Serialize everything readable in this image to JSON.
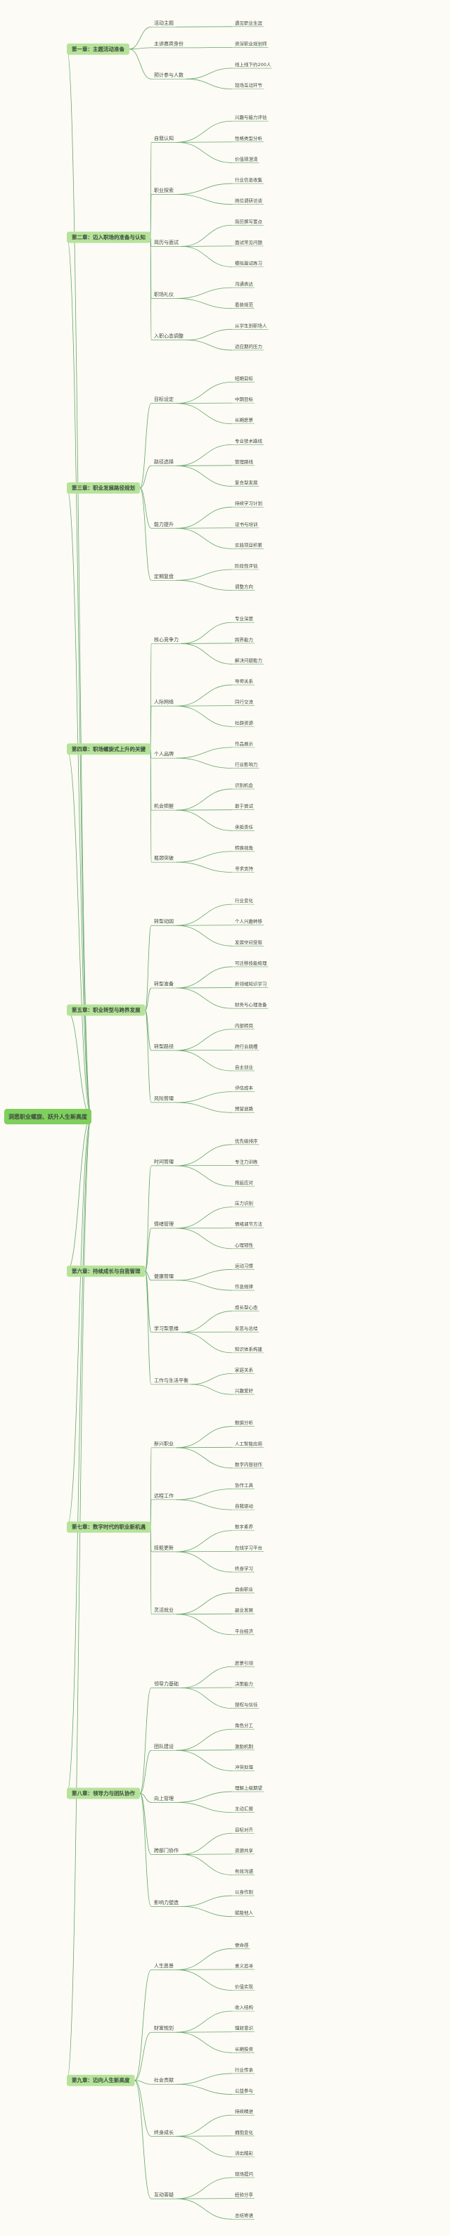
{
  "colors": {
    "root_fill": "#7fcf5e",
    "chapter_fill": "#b5e39a",
    "line": "#63a86a",
    "text": "#3d4a3d",
    "background": "#fdfbf5"
  },
  "root": "洞悉职业螺旋、跃升人生新高度",
  "chapters": [
    {
      "title": "第一章：主题活动准备",
      "items": [
        {
          "t": "活动主题",
          "c": [
            {
              "t": "遇见职业生涯"
            }
          ]
        },
        {
          "t": "主讲嘉宾身份",
          "c": [
            {
              "t": "资深职业规划师"
            }
          ]
        },
        {
          "t": "预计参与人数",
          "c": [
            {
              "t": "线上线下约200人"
            },
            {
              "t": "现场互动环节"
            }
          ]
        }
      ]
    },
    {
      "title": "第二章：迈入职场的准备与认知",
      "items": [
        {
          "t": "自我认知",
          "c": [
            {
              "t": "兴趣与能力评估"
            },
            {
              "t": "性格类型分析"
            },
            {
              "t": "价值观澄清"
            }
          ]
        },
        {
          "t": "职业探索",
          "c": [
            {
              "t": "行业信息收集"
            },
            {
              "t": "岗位调研访谈"
            }
          ]
        },
        {
          "t": "简历与面试",
          "c": [
            {
              "t": "简历撰写要点"
            },
            {
              "t": "面试常见问题"
            },
            {
              "t": "模拟面试练习"
            }
          ]
        },
        {
          "t": "职场礼仪",
          "c": [
            {
              "t": "沟通表达"
            },
            {
              "t": "着装规范"
            }
          ]
        },
        {
          "t": "入职心态调整",
          "c": [
            {
              "t": "从学生到职场人"
            },
            {
              "t": "适应期的压力"
            }
          ]
        }
      ]
    },
    {
      "title": "第三章：职业发展路径规划",
      "items": [
        {
          "t": "目标设定",
          "c": [
            {
              "t": "短期目标"
            },
            {
              "t": "中期目标"
            },
            {
              "t": "长期愿景"
            }
          ]
        },
        {
          "t": "路径选择",
          "c": [
            {
              "t": "专业技术路线"
            },
            {
              "t": "管理路线"
            },
            {
              "t": "复合型发展"
            }
          ]
        },
        {
          "t": "能力提升",
          "c": [
            {
              "t": "持续学习计划"
            },
            {
              "t": "证书与培训"
            },
            {
              "t": "实践项目积累"
            }
          ]
        },
        {
          "t": "定期复盘",
          "c": [
            {
              "t": "阶段性评估"
            },
            {
              "t": "调整方向"
            }
          ]
        }
      ]
    },
    {
      "title": "第四章：职场螺旋式上升的关键",
      "items": [
        {
          "t": "核心竞争力",
          "c": [
            {
              "t": "专业深度"
            },
            {
              "t": "跨界能力"
            },
            {
              "t": "解决问题能力"
            }
          ]
        },
        {
          "t": "人际网络",
          "c": [
            {
              "t": "导师关系"
            },
            {
              "t": "同行交流"
            },
            {
              "t": "社群资源"
            }
          ]
        },
        {
          "t": "个人品牌",
          "c": [
            {
              "t": "作品展示"
            },
            {
              "t": "行业影响力"
            }
          ]
        },
        {
          "t": "机会把握",
          "c": [
            {
              "t": "识别机会"
            },
            {
              "t": "敢于尝试"
            },
            {
              "t": "承担责任"
            }
          ]
        },
        {
          "t": "瓶颈突破",
          "c": [
            {
              "t": "转换视角"
            },
            {
              "t": "寻求支持"
            }
          ]
        }
      ]
    },
    {
      "title": "第五章：职业转型与跨界发展",
      "items": [
        {
          "t": "转型动因",
          "c": [
            {
              "t": "行业变化"
            },
            {
              "t": "个人兴趣转移"
            },
            {
              "t": "发展空间受限"
            }
          ]
        },
        {
          "t": "转型准备",
          "c": [
            {
              "t": "可迁移技能梳理"
            },
            {
              "t": "新领域知识学习"
            },
            {
              "t": "财务与心理准备"
            }
          ]
        },
        {
          "t": "转型路径",
          "c": [
            {
              "t": "内部转岗"
            },
            {
              "t": "跨行业跳槽"
            },
            {
              "t": "自主创业"
            }
          ]
        },
        {
          "t": "风险管理",
          "c": [
            {
              "t": "评估成本"
            },
            {
              "t": "预留退路"
            }
          ]
        }
      ]
    },
    {
      "title": "第六章：持续成长与自我管理",
      "items": [
        {
          "t": "时间管理",
          "c": [
            {
              "t": "优先级排序"
            },
            {
              "t": "专注力训练"
            },
            {
              "t": "拖延应对"
            }
          ]
        },
        {
          "t": "情绪管理",
          "c": [
            {
              "t": "压力识别"
            },
            {
              "t": "情绪调节方法"
            },
            {
              "t": "心理韧性"
            }
          ]
        },
        {
          "t": "健康管理",
          "c": [
            {
              "t": "运动习惯"
            },
            {
              "t": "作息规律"
            }
          ]
        },
        {
          "t": "学习型思维",
          "c": [
            {
              "t": "成长型心态"
            },
            {
              "t": "反思与总结"
            },
            {
              "t": "知识体系构建"
            }
          ]
        },
        {
          "t": "工作与生活平衡",
          "c": [
            {
              "t": "家庭关系"
            },
            {
              "t": "兴趣爱好"
            }
          ]
        }
      ]
    },
    {
      "title": "第七章：数字时代的职业新机遇",
      "items": [
        {
          "t": "新兴职业",
          "c": [
            {
              "t": "数据分析"
            },
            {
              "t": "人工智能应用"
            },
            {
              "t": "数字内容创作"
            }
          ]
        },
        {
          "t": "远程工作",
          "c": [
            {
              "t": "协作工具"
            },
            {
              "t": "自我驱动"
            }
          ]
        },
        {
          "t": "技能更新",
          "c": [
            {
              "t": "数字素养"
            },
            {
              "t": "在线学习平台"
            },
            {
              "t": "终身学习"
            }
          ]
        },
        {
          "t": "灵活就业",
          "c": [
            {
              "t": "自由职业"
            },
            {
              "t": "副业发展"
            },
            {
              "t": "平台经济"
            }
          ]
        }
      ]
    },
    {
      "title": "第八章：领导力与团队协作",
      "items": [
        {
          "t": "领导力基础",
          "c": [
            {
              "t": "愿景引领"
            },
            {
              "t": "决策能力"
            },
            {
              "t": "授权与信任"
            }
          ]
        },
        {
          "t": "团队建设",
          "c": [
            {
              "t": "角色分工"
            },
            {
              "t": "激励机制"
            },
            {
              "t": "冲突处理"
            }
          ]
        },
        {
          "t": "向上管理",
          "c": [
            {
              "t": "理解上级期望"
            },
            {
              "t": "主动汇报"
            }
          ]
        },
        {
          "t": "跨部门协作",
          "c": [
            {
              "t": "目标对齐"
            },
            {
              "t": "资源共享"
            },
            {
              "t": "有效沟通"
            }
          ]
        },
        {
          "t": "影响力塑造",
          "c": [
            {
              "t": "以身作则"
            },
            {
              "t": "赋能他人"
            }
          ]
        }
      ]
    },
    {
      "title": "第九章：迈向人生新高度",
      "items": [
        {
          "t": "人生愿景",
          "c": [
            {
              "t": "使命感"
            },
            {
              "t": "意义追寻"
            },
            {
              "t": "价值实现"
            }
          ]
        },
        {
          "t": "财富规划",
          "c": [
            {
              "t": "收入结构"
            },
            {
              "t": "理财意识"
            },
            {
              "t": "长期投资"
            }
          ]
        },
        {
          "t": "社会贡献",
          "c": [
            {
              "t": "行业传承"
            },
            {
              "t": "公益参与"
            }
          ]
        },
        {
          "t": "终身成长",
          "c": [
            {
              "t": "持续精进"
            },
            {
              "t": "拥抱变化"
            },
            {
              "t": "活出精彩"
            }
          ]
        },
        {
          "t": "互动答疑",
          "c": [
            {
              "t": "现场提问"
            },
            {
              "t": "经验分享"
            },
            {
              "t": "总结寄语"
            }
          ]
        }
      ]
    }
  ]
}
